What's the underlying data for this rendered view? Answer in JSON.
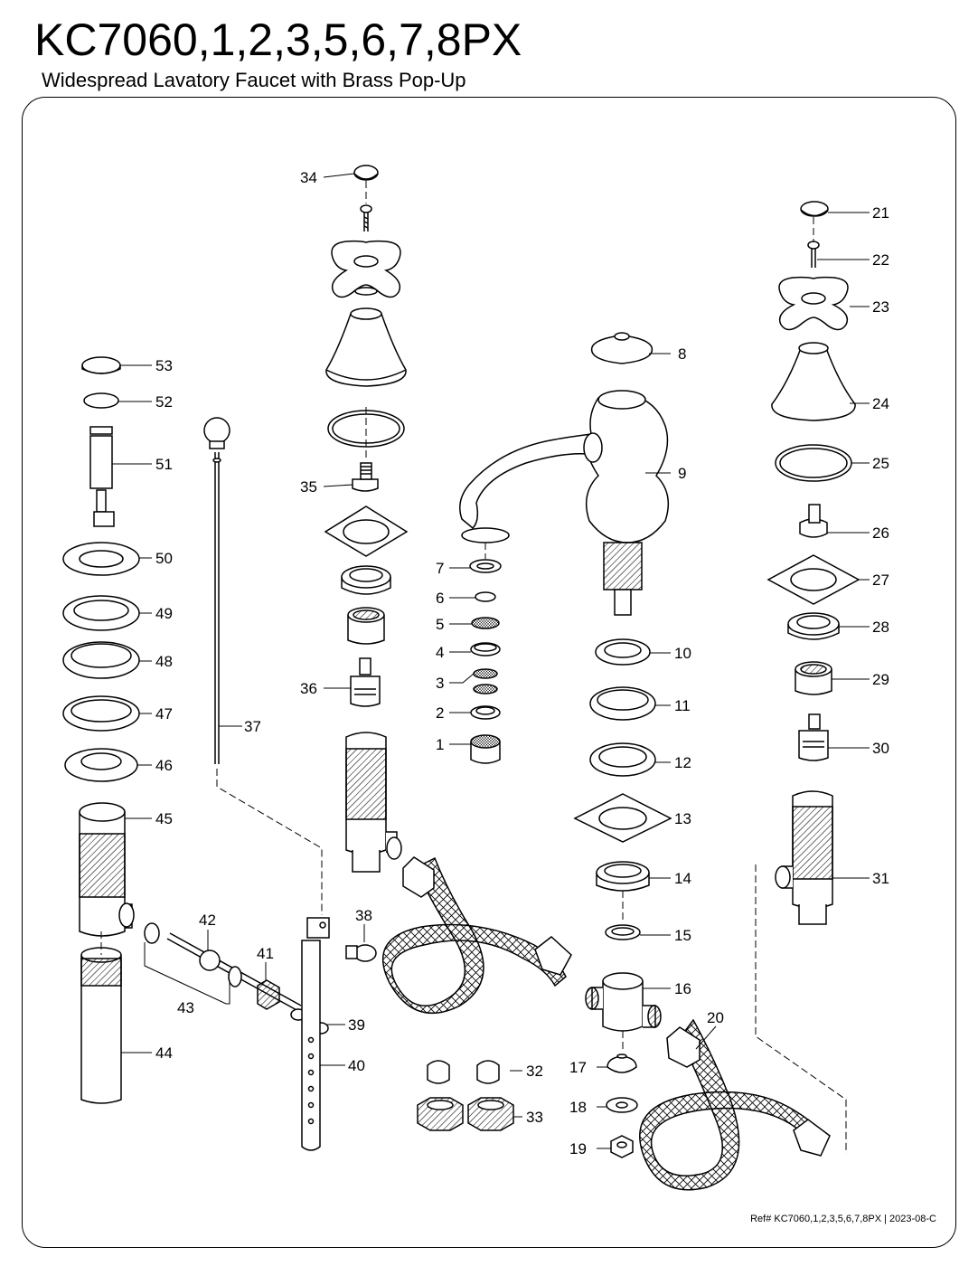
{
  "title": "KC7060,1,2,3,5,6,7,8PX",
  "subtitle": "Widespread Lavatory Faucet with Brass Pop-Up",
  "ref": "Ref# KC7060,1,2,3,5,6,7,8PX | 2023-08-C",
  "callouts": {
    "c1": "1",
    "c2": "2",
    "c3": "3",
    "c4": "4",
    "c5": "5",
    "c6": "6",
    "c7": "7",
    "c8": "8",
    "c9": "9",
    "c10": "10",
    "c11": "11",
    "c12": "12",
    "c13": "13",
    "c14": "14",
    "c15": "15",
    "c16": "16",
    "c17": "17",
    "c18": "18",
    "c19": "19",
    "c20": "20",
    "c21": "21",
    "c22": "22",
    "c23": "23",
    "c24": "24",
    "c25": "25",
    "c26": "26",
    "c27": "27",
    "c28": "28",
    "c29": "29",
    "c30": "30",
    "c31": "31",
    "c32": "32",
    "c33": "33",
    "c34": "34",
    "c35": "35",
    "c36": "36",
    "c37": "37",
    "c38": "38",
    "c39": "39",
    "c40": "40",
    "c41": "41",
    "c42": "42",
    "c43": "43",
    "c44": "44",
    "c45": "45",
    "c46": "46",
    "c47": "47",
    "c48": "48",
    "c49": "49",
    "c50": "50",
    "c51": "51",
    "c52": "52",
    "c53": "53"
  }
}
